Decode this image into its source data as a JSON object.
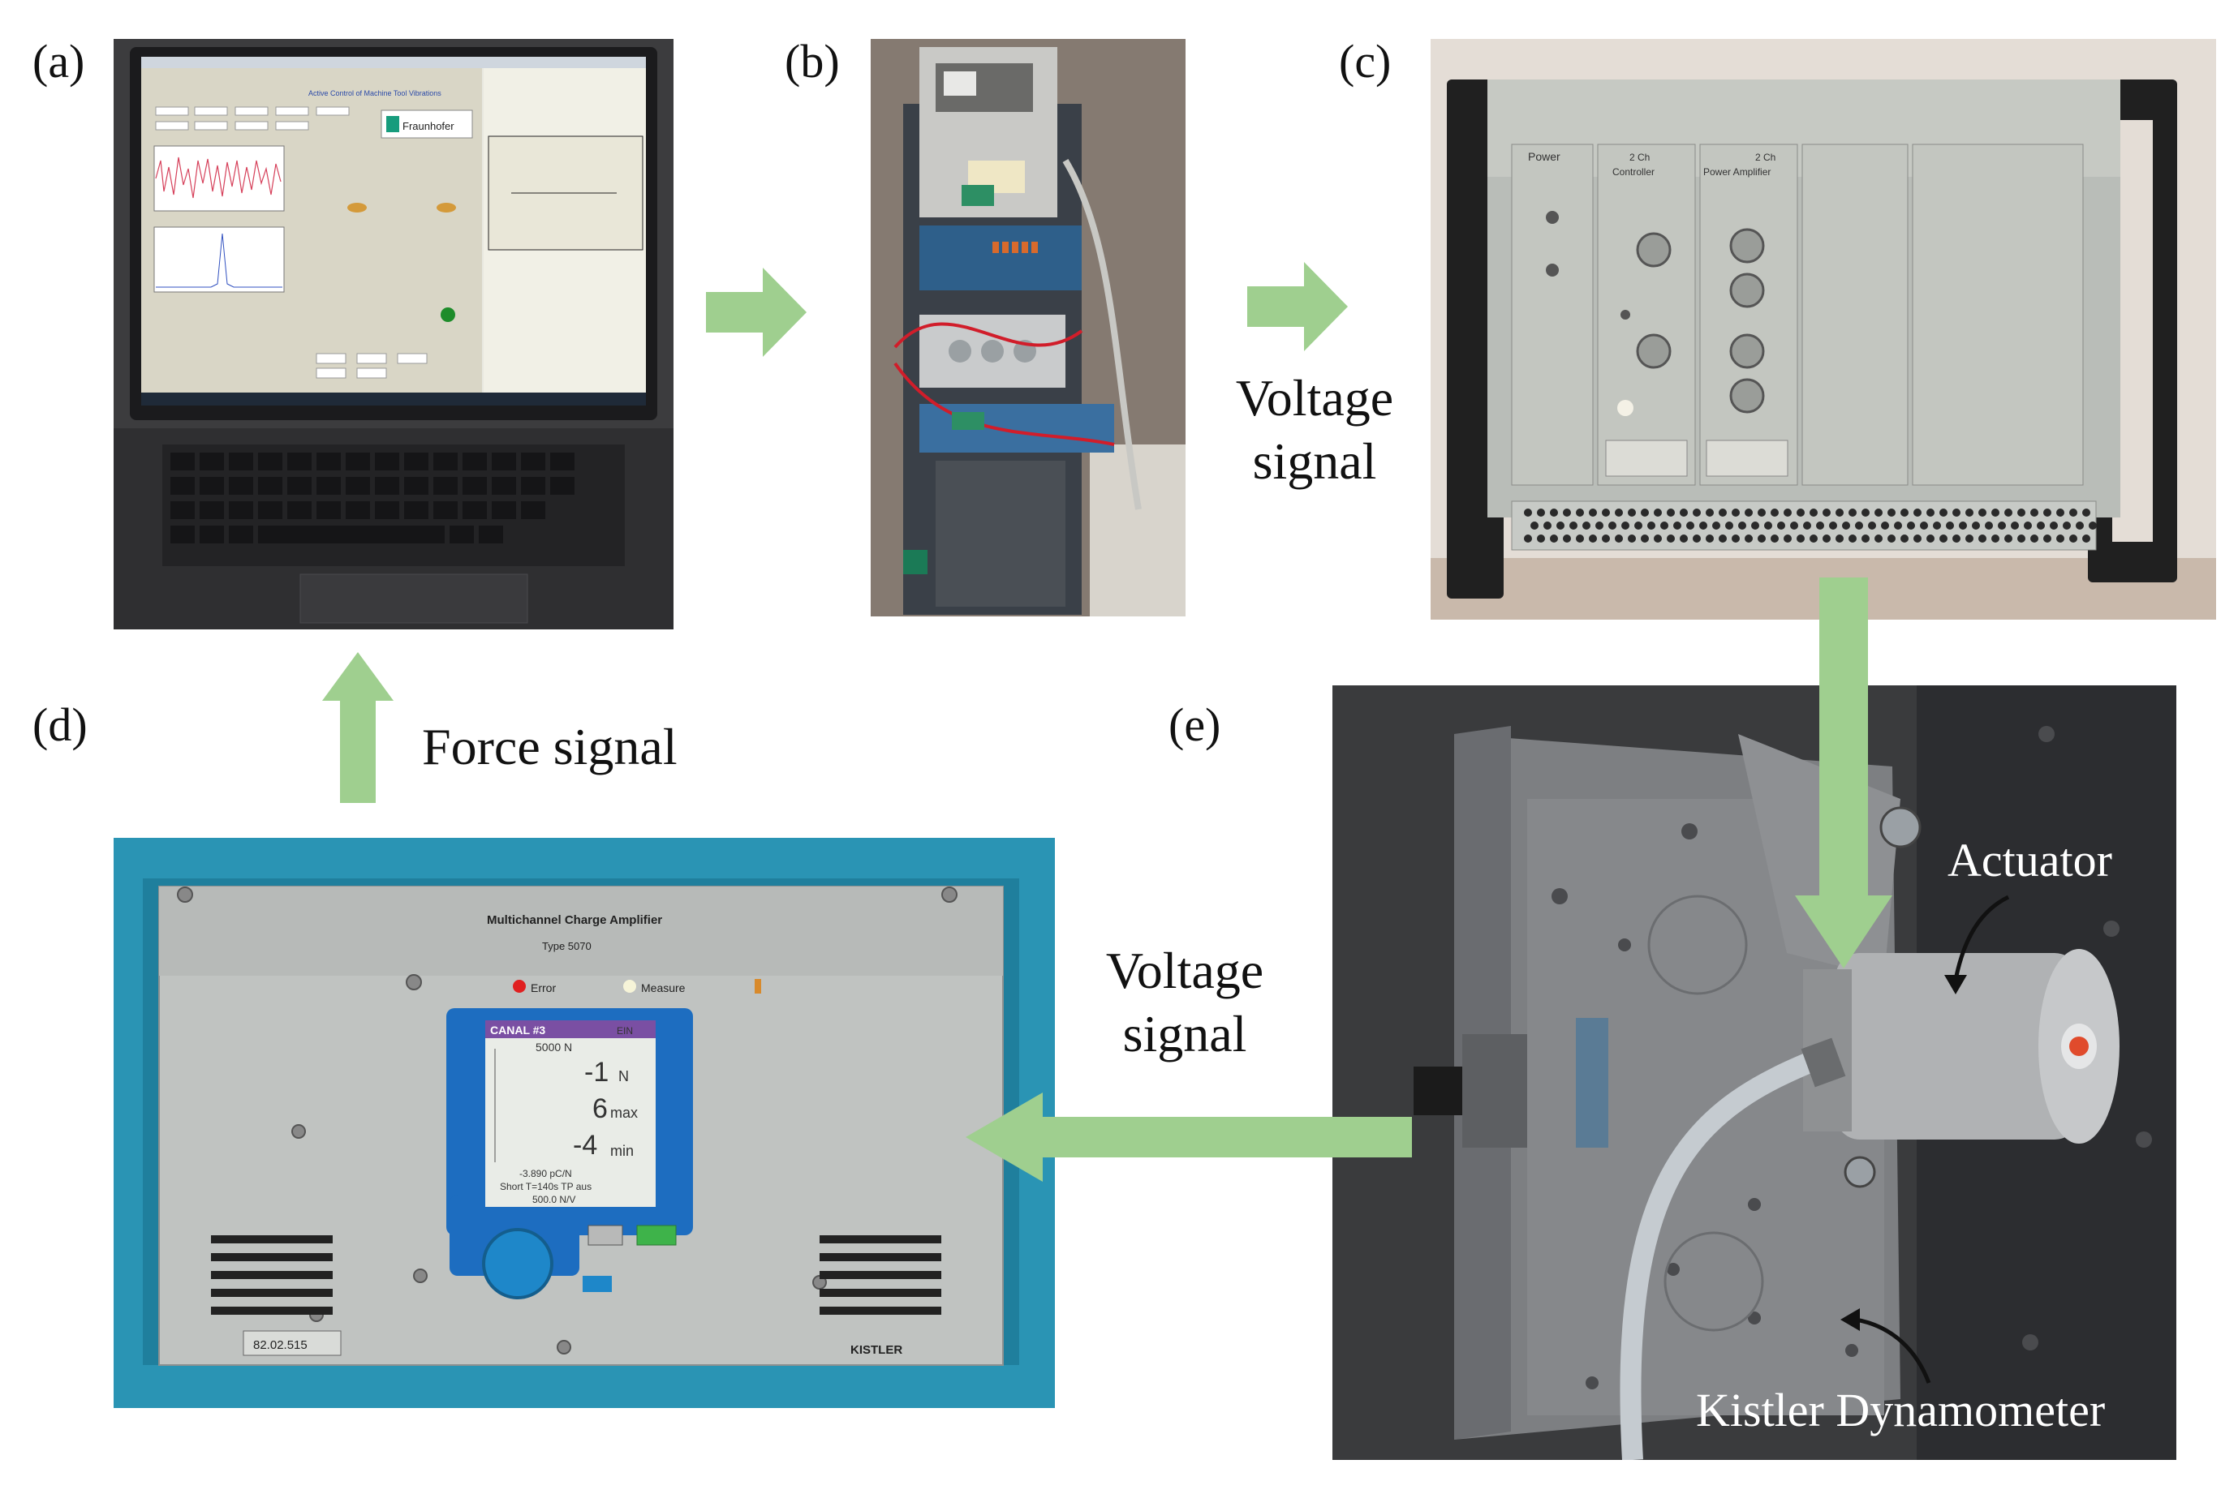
{
  "panels": {
    "a": "(a)",
    "b": "(b)",
    "c": "(c)",
    "d": "(d)",
    "e": "(e)"
  },
  "captions": {
    "voltage_signal_1": [
      "Voltage",
      "signal"
    ],
    "voltage_signal_2": [
      "Voltage",
      "signal"
    ],
    "force_signal": "Force signal",
    "actuator": "Actuator",
    "dynamometer": "Kistler Dynamometer"
  },
  "laptop_screen": {
    "window_title": "Active Control of Machine Tool Vibrations",
    "logo": "Fraunhofer"
  },
  "amplifier": {
    "title": "Multichannel Charge Amplifier",
    "type": "Type 5070",
    "error_label": "Error",
    "measure_label": "Measure",
    "serial": "82.02.515",
    "brand": "KISTLER",
    "display": {
      "header": "CANAL #3",
      "header_right": "EIN",
      "range": "5000 N",
      "value1": "-1",
      "unit1": "N",
      "value2": "6",
      "unit2": "max",
      "value3": "-4",
      "unit3": "min",
      "sensitivity": "-3.890 pC/N",
      "filter": "Short T=140s TP aus",
      "scale": "500.0 N/V"
    }
  },
  "rack_c": {
    "module1": "Power",
    "module2_line1": "2 Ch",
    "module2_line2": "Controller",
    "module3_line1": "2 Ch",
    "module3_line2": "Power Amplifier"
  },
  "colors": {
    "arrow": "#9fcf8f",
    "amplifier_blue": "#2a94b4",
    "rack_grey": "#b8b8b0"
  }
}
